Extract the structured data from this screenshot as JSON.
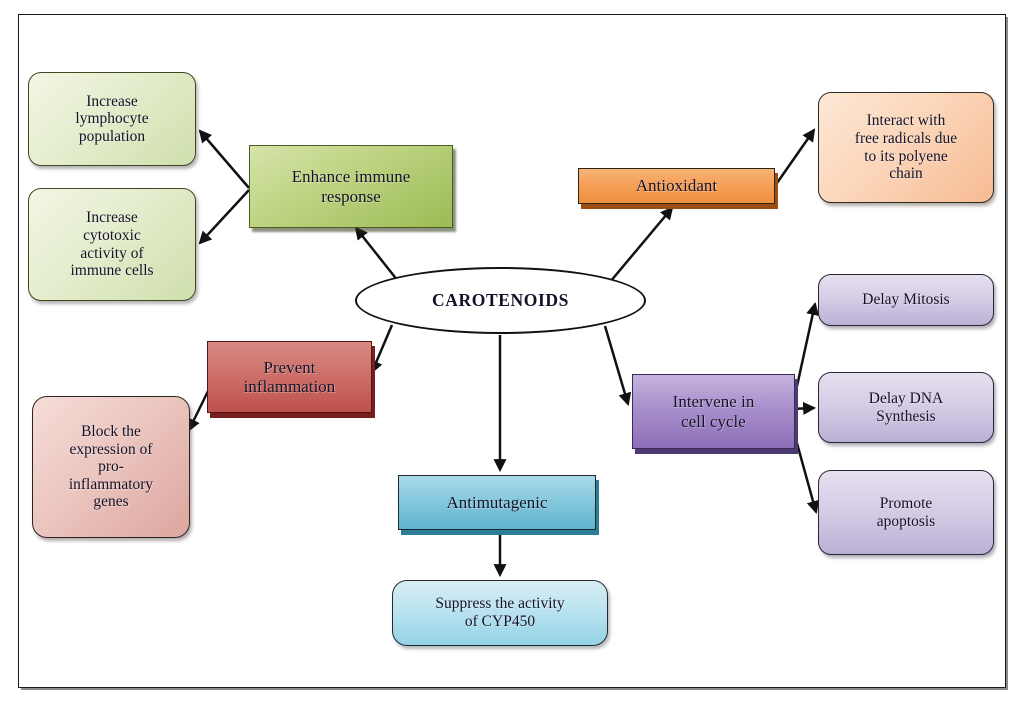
{
  "diagram": {
    "title": "CAROTENOIDS",
    "center": {
      "label": "CAROTENOIDS"
    },
    "branches": {
      "immune": {
        "main": "Enhance immune\nresponse",
        "children": [
          "Increase\nlymphocyte\npopulation",
          "Increase\ncytotoxic\nactivity of\nimmune cells"
        ],
        "color": "#9cbb55"
      },
      "antioxidant": {
        "main": "Antioxidant",
        "children": [
          "Interact with\nfree radicals due\nto its polyene\nchain"
        ],
        "color": "#ef8f3f"
      },
      "inflammation": {
        "main": "Prevent\ninflammation",
        "children": [
          "Block the\nexpression of\npro-\ninflammatory\ngenes"
        ],
        "color": "#bd514c"
      },
      "antimutagenic": {
        "main": "Antimutagenic",
        "children": [
          "Suppress the activity\nof CYP450"
        ],
        "color": "#5eb4cf"
      },
      "cellcycle": {
        "main": "Intervene in\ncell cycle",
        "children": [
          "Delay Mitosis",
          "Delay DNA\nSynthesis",
          "Promote\napoptosis"
        ],
        "color": "#8b6fb8"
      }
    },
    "edge_color": "#111111",
    "frame_color": "#1a1a1a",
    "background": "#ffffff"
  }
}
